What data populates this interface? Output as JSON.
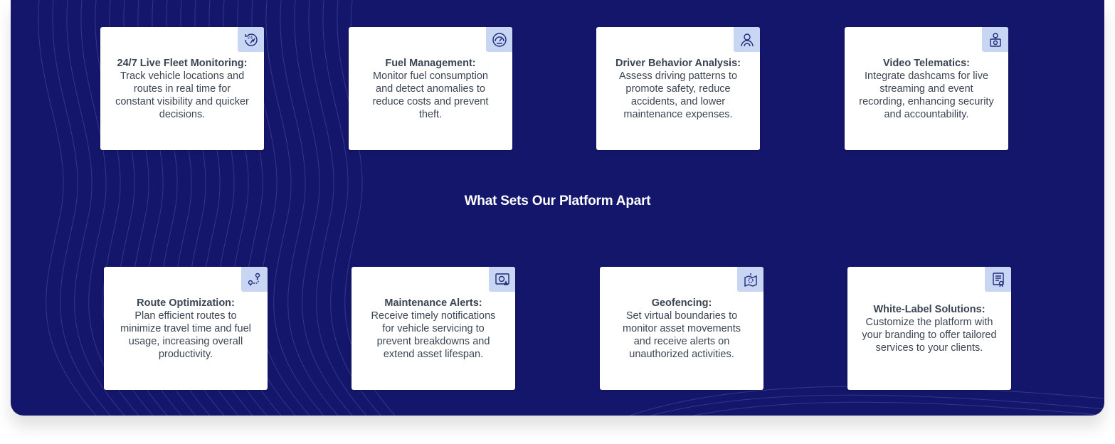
{
  "section": {
    "title": "What Sets Our Platform Apart"
  },
  "features": [
    {
      "title": "24/7 Live Fleet Monitoring:",
      "text": "Track vehicle locations and routes in real time for constant visibility and quicker decisions.",
      "icon": "24-7-clock-icon"
    },
    {
      "title": "Fuel Management:",
      "text": "Monitor fuel consumption and detect anomalies to reduce costs and prevent theft.",
      "icon": "fuel-gauge-icon"
    },
    {
      "title": "Driver Behavior Analysis:",
      "text": "Assess driving patterns to promote safety, reduce accidents, and lower maintenance expenses.",
      "icon": "driver-icon"
    },
    {
      "title": "Video Telematics:",
      "text": "Integrate dashcams for live streaming and event recording, enhancing security and accountability.",
      "icon": "dashcam-icon"
    },
    {
      "title": "Route Optimization:",
      "text": "Plan efficient routes to minimize travel time and fuel usage, increasing overall productivity.",
      "icon": "route-icon"
    },
    {
      "title": "Maintenance Alerts:",
      "text": "Receive timely notifications for vehicle servicing to prevent breakdowns and extend asset lifespan.",
      "icon": "maintenance-alert-icon"
    },
    {
      "title": "Geofencing:",
      "text": "Set virtual boundaries to monitor asset movements and receive alerts on unauthorized activities.",
      "icon": "geofence-map-icon"
    },
    {
      "title": "White-Label Solutions:",
      "text": "Customize the platform with your branding to offer tailored services to your clients.",
      "icon": "document-certificate-icon"
    }
  ],
  "colors": {
    "background": "#14166b",
    "card": "#ffffff",
    "icon_badge": "#c8d6f3",
    "icon_stroke": "#1f2a78"
  }
}
